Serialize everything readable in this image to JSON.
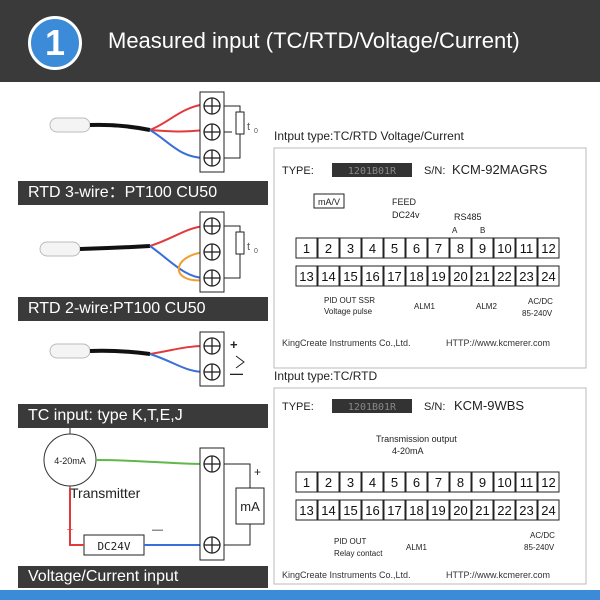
{
  "header": {
    "step_number": "1",
    "title": "Measured input (TC/RTD/Voltage/Current)"
  },
  "left": {
    "rtd3_label": "RTD 3-wire：PT100 CU50",
    "rtd2_label": "RTD 2-wire:PT100 CU50",
    "tc_label": "TC input: type K,T,E,J",
    "vc_label": "Voltage/Current input",
    "t0": "t",
    "t0_sub": "0",
    "transmitter_range": "4-20mA",
    "transmitter_label": "Transmitter",
    "dc24v": "DC24V",
    "ma_meter": "mA",
    "plus": "+",
    "minus": "—"
  },
  "panel1": {
    "heading": "Intput type:TC/RTD Voltage/Current",
    "type_label": "TYPE:",
    "serial_code": "1201B01R",
    "sn_label": "S/N:",
    "model": "KCM-92MAGRS",
    "ma_v": "mA/V",
    "feed": "FEED",
    "feed_v": "DC24v",
    "rs485": "RS485",
    "a": "A",
    "b": "B",
    "terminals_top": [
      "1",
      "2",
      "3",
      "4",
      "5",
      "6",
      "7",
      "8",
      "9",
      "10",
      "11",
      "12"
    ],
    "terminals_bottom": [
      "13",
      "14",
      "15",
      "16",
      "17",
      "18",
      "19",
      "20",
      "21",
      "22",
      "23",
      "24"
    ],
    "pid_out_ssr": "PID OUT SSR",
    "voltage_pulse": "Voltage pulse",
    "alm1": "ALM1",
    "alm2": "ALM2",
    "acdc": "AC/DC",
    "acdc_range": "85-240V",
    "footer": "KingCreate Instruments Co.,Ltd.",
    "http": "HTTP://www.kcmerer.com"
  },
  "panel2": {
    "heading": "Intput type:TC/RTD",
    "type_label": "TYPE:",
    "serial_code": "1201B01R",
    "sn_label": "S/N:",
    "model": "KCM-9WBS",
    "transmission": "Transmission output",
    "range": "4-20mA",
    "terminals_top": [
      "1",
      "2",
      "3",
      "4",
      "5",
      "6",
      "7",
      "8",
      "9",
      "10",
      "11",
      "12"
    ],
    "terminals_bottom": [
      "13",
      "14",
      "15",
      "16",
      "17",
      "18",
      "19",
      "20",
      "21",
      "22",
      "23",
      "24"
    ],
    "pid_out": "PID OUT",
    "relay": "Relay contact",
    "alm1": "ALM1",
    "acdc": "AC/DC",
    "acdc_range": "85-240V",
    "footer": "KingCreate Instruments Co.,Ltd.",
    "http": "HTTP://www.kcmerer.com"
  },
  "colors": {
    "header_bg": "#3a3a3a",
    "accent": "#3c8bd9",
    "wire_red": "#e23a3a",
    "wire_blue": "#3a6fd8",
    "wire_green": "#5fb84a",
    "wire_orange": "#f0a030"
  }
}
